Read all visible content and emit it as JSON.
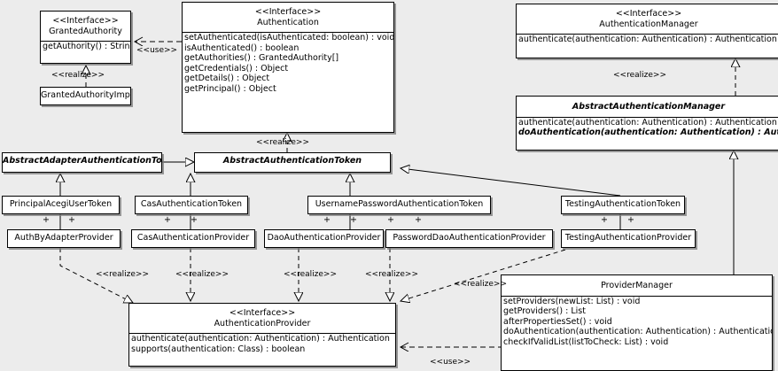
{
  "diagram": {
    "type": "uml-class-diagram",
    "background_color": "#ececec",
    "box_fill": "#ffffff",
    "line_color": "#000000"
  },
  "classes": {
    "granted_authority": {
      "stereotype": "<<Interface>>",
      "name": "GrantedAuthority",
      "operations": [
        "getAuthority() : String"
      ]
    },
    "granted_authority_impl": {
      "name": "GrantedAuthorityImpl",
      "operations": []
    },
    "authentication": {
      "stereotype": "<<Interface>>",
      "name": "Authentication",
      "operations": [
        "setAuthenticated(isAuthenticated: boolean) : void",
        "isAuthenticated() : boolean",
        "getAuthorities() : GrantedAuthority[]",
        "getCredentials() : Object",
        "getDetails() : Object",
        "getPrincipal() : Object"
      ]
    },
    "authentication_manager": {
      "stereotype": "<<Interface>>",
      "name": "AuthenticationManager",
      "operations": [
        "authenticate(authentication: Authentication) : Authentication"
      ]
    },
    "abstract_authentication_manager": {
      "name": "AbstractAuthenticationManager",
      "abstract": true,
      "operations": [
        "authenticate(authentication: Authentication) : Authentication",
        "doAuthentication(authentication: Authentication) : Authentication"
      ]
    },
    "abstract_adapter_authentication_token": {
      "name": "AbstractAdapterAuthenticationToken",
      "abstract": true,
      "operations": []
    },
    "abstract_authentication_token": {
      "name": "AbstractAuthenticationToken",
      "abstract": true,
      "operations": []
    },
    "principal_acegi_user_token": {
      "name": "PrincipalAcegiUserToken",
      "operations": []
    },
    "cas_authentication_token": {
      "name": "CasAuthenticationToken",
      "operations": []
    },
    "username_password_authentication_token": {
      "name": "UsernamePasswordAuthenticationToken",
      "operations": []
    },
    "testing_authentication_token": {
      "name": "TestingAuthenticationToken",
      "operations": []
    },
    "auth_by_adapter_provider": {
      "name": "AuthByAdapterProvider",
      "operations": []
    },
    "cas_authentication_provider": {
      "name": "CasAuthenticationProvider",
      "operations": []
    },
    "dao_authentication_provider": {
      "name": "DaoAuthenticationProvider",
      "operations": []
    },
    "password_dao_authentication_provider": {
      "name": "PasswordDaoAuthenticationProvider",
      "operations": []
    },
    "testing_authentication_provider": {
      "name": "TestingAuthenticationProvider",
      "operations": []
    },
    "authentication_provider": {
      "stereotype": "<<Interface>>",
      "name": "AuthenticationProvider",
      "operations": [
        "authenticate(authentication: Authentication) : Authentication",
        "supports(authentication: Class) : boolean"
      ]
    },
    "provider_manager": {
      "name": "ProviderManager",
      "operations": [
        "setProviders(newList: List) : void",
        "getProviders() : List",
        "afterPropertiesSet() : void",
        "doAuthentication(authentication: Authentication) : Authentication",
        "checkIfValidList(listToCheck: List) : void"
      ]
    }
  },
  "edge_labels": {
    "use_authentication_granted": "<<use>>",
    "realize_granted_impl": "<<realize>>",
    "realize_abstract_token_authentication": "<<realize>>",
    "realize_abstract_manager": "<<realize>>",
    "realize_auth_by_adapter": "<<realize>>",
    "realize_cas_provider": "<<realize>>",
    "realize_dao_provider": "<<realize>>",
    "realize_password_dao_provider": "<<realize>>",
    "realize_testing_provider": "<<realize>>",
    "use_provider_manager": "<<use>>"
  },
  "multiplicities": {
    "plus": "+"
  }
}
